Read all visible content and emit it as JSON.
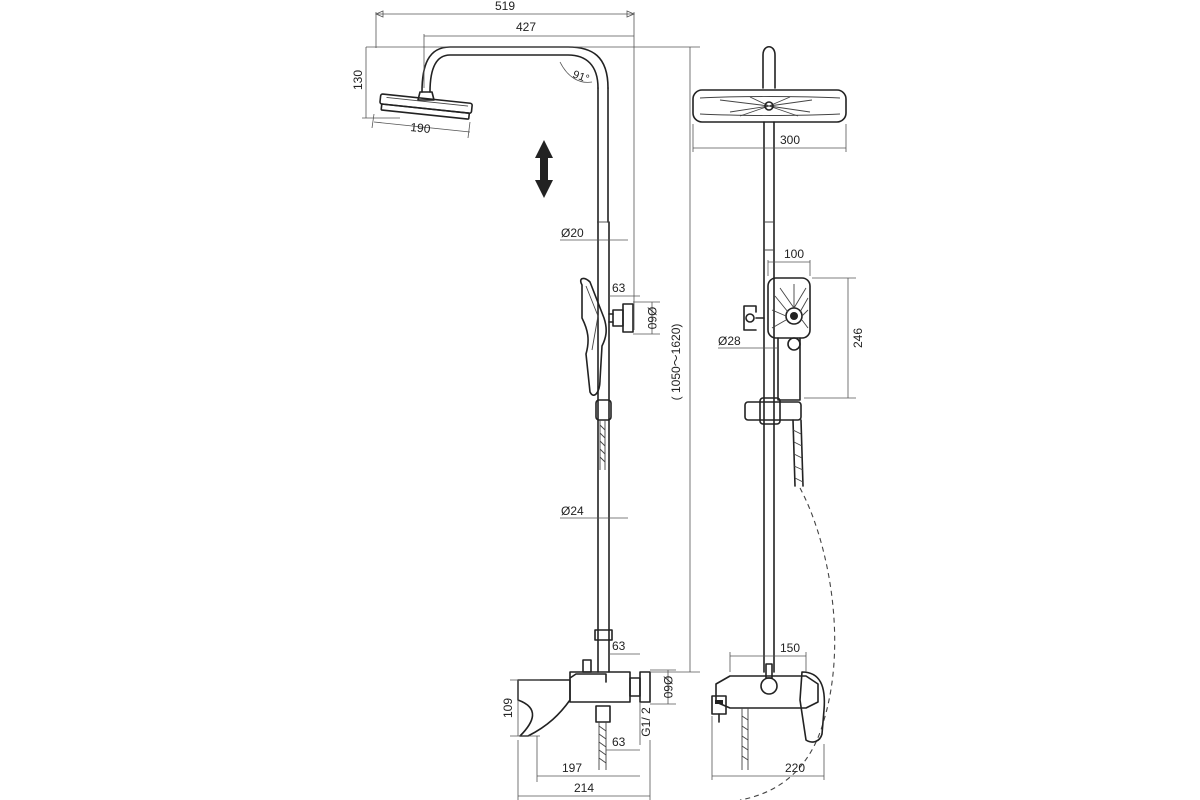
{
  "dimensions": {
    "overall_width": "519",
    "arm_reach": "427",
    "head_height": "130",
    "arm_angle": "91°",
    "head_diameter_side": "190",
    "head_width_front": "300",
    "pipe_upper_diameter": "Ø20",
    "pipe_lower_diameter": "Ø24",
    "wall_offset_upper": "63",
    "bracket_diameter_upper": "Ø60",
    "height_range": "( 1050～1620)",
    "hand_shower_width": "100",
    "hand_shower_length": "246",
    "holder_diameter": "Ø28",
    "wall_offset_mixer": "63",
    "bracket_diameter_lower": "Ø60",
    "mixer_height": "109",
    "thread_size": "G1/ 2",
    "wall_offset_inlet": "63",
    "spout_reach": "197",
    "mixer_depth": "214",
    "inlet_spacing": "150",
    "mixer_width": "220"
  },
  "icons": {
    "height_adjust": "double-arrow-vertical-icon"
  }
}
